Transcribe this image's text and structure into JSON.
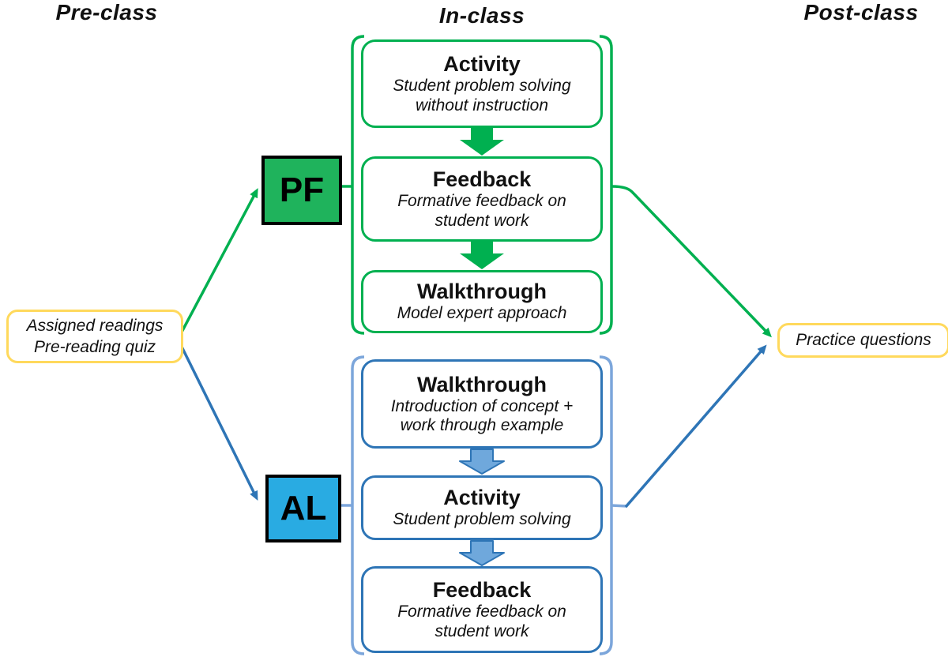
{
  "colors": {
    "green": "#00B050",
    "green_fill": "#1FB35C",
    "cyan_fill": "#29ABE2",
    "blue_line": "#2E75B6",
    "blue_bracket": "#7CA6DB",
    "blue_arrow_fill": "#6FA8DC",
    "yellow_border": "#FFD95C"
  },
  "headers": {
    "pre": "Pre-class",
    "in": "In-class",
    "post": "Post-class"
  },
  "pre_class_node": {
    "lines": [
      "Assigned readings",
      "Pre-reading quiz"
    ]
  },
  "post_class_node": {
    "label": "Practice questions"
  },
  "tracks": [
    {
      "id": "PF",
      "label": "PF",
      "steps": [
        {
          "title": "Activity",
          "desc_lines": [
            "Student problem solving",
            "without instruction"
          ]
        },
        {
          "title": "Feedback",
          "desc_lines": [
            "Formative feedback on",
            "student work"
          ]
        },
        {
          "title": "Walkthrough",
          "desc_lines": [
            "Model expert approach"
          ]
        }
      ]
    },
    {
      "id": "AL",
      "label": "AL",
      "steps": [
        {
          "title": "Walkthrough",
          "desc_lines": [
            "Introduction of concept +",
            "work through example"
          ]
        },
        {
          "title": "Activity",
          "desc_lines": [
            "Student problem solving"
          ]
        },
        {
          "title": "Feedback",
          "desc_lines": [
            "Formative feedback on",
            "student work"
          ]
        }
      ]
    }
  ]
}
